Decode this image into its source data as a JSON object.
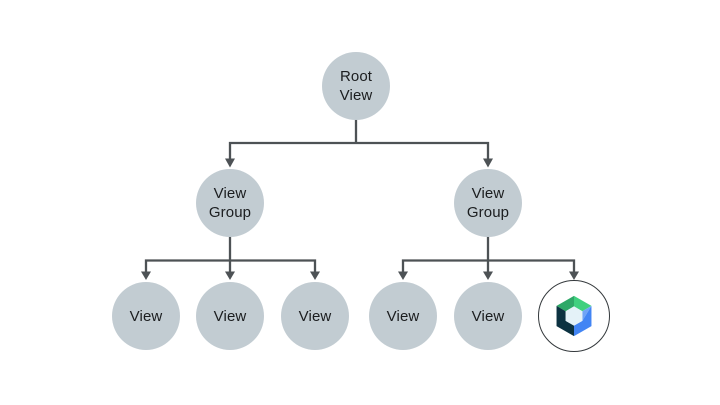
{
  "diagram": {
    "type": "tree",
    "description_of_icons": {
      "compose_icon": "jetpack-compose-logo"
    },
    "nodes": {
      "root": {
        "label": "Root\nView"
      },
      "groups": [
        {
          "label": "View\nGroup",
          "children": [
            "View",
            "View",
            "View"
          ]
        },
        {
          "label": "View\nGroup",
          "children": [
            "View",
            "View"
          ]
        }
      ]
    },
    "colors": {
      "background": "#FFFFFF",
      "node_fill": "#C2CCD2",
      "node_text": "#1B1D1F",
      "connector": "#4D5255",
      "compose_ring": "#34393C",
      "compose_green_dark": "#2FA868",
      "compose_green_light": "#40D07F",
      "compose_blue": "#4285F4",
      "compose_blue_light": "#6FA4F6",
      "compose_navy": "#0C3241",
      "compose_inner_hex": "#E4F2F8"
    }
  }
}
